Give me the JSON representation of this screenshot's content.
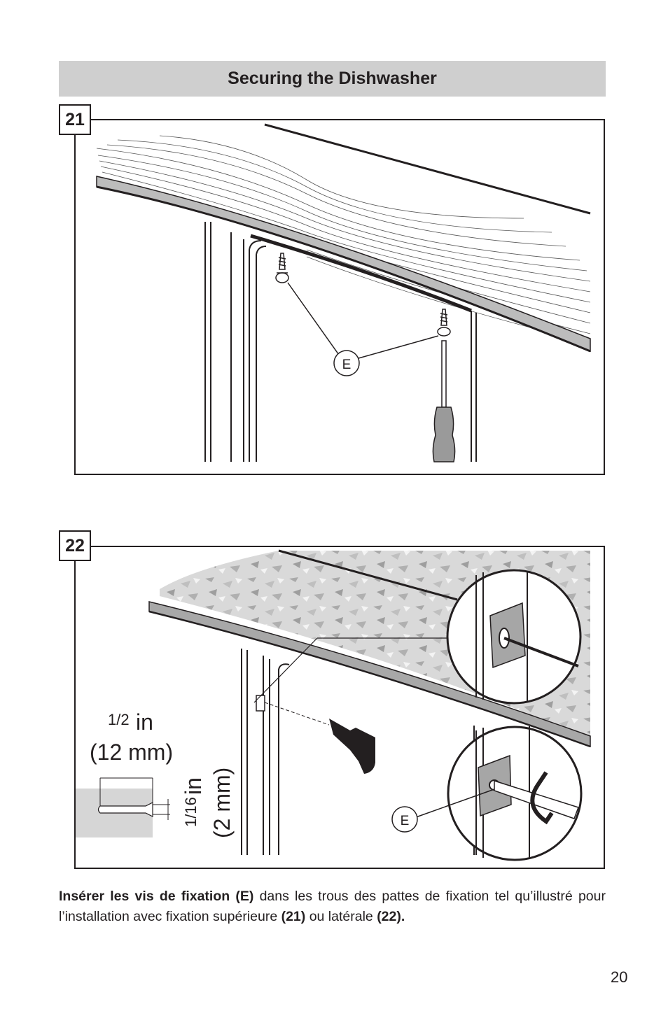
{
  "header": {
    "title": "Securing the Dishwasher"
  },
  "figures": [
    {
      "number": "21",
      "callout_label": "E"
    },
    {
      "number": "22",
      "callout_label": "E",
      "dim_top_fraction": "1/2",
      "dim_top_unit": "in",
      "dim_top_metric": "(12 mm)",
      "dim_side_fraction": "1/16",
      "dim_side_unit": "in",
      "dim_side_metric": "(2 mm)"
    }
  ],
  "caption": {
    "bold_1": "Insérer les vis de fixation (E)",
    "text_1": " dans les trous des pattes de fixation tel qu’illustré pour l’installation avec fixation supérieure ",
    "bold_2": "(21)",
    "text_2": " ou latérale ",
    "bold_3": "(22)."
  },
  "page": {
    "number": "20"
  },
  "colors": {
    "header_bg": "#cfcfcf",
    "ink": "#231f20"
  }
}
